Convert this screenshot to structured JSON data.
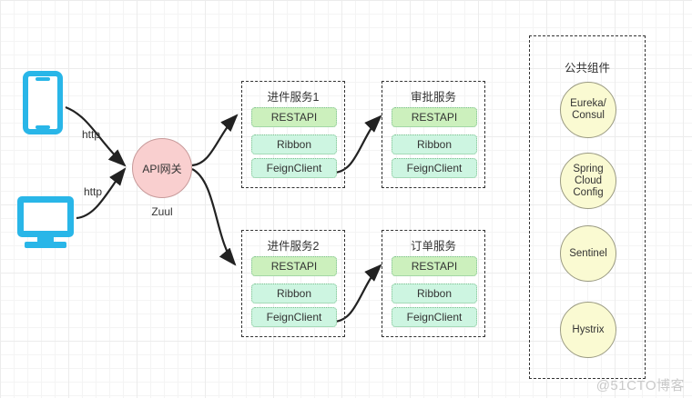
{
  "diagram": {
    "title": "Spring Cloud microservice architecture diagram",
    "watermark": "@51CTO博客",
    "colors": {
      "client_icon": "#29b6e8",
      "gateway_fill": "#f9cfcf",
      "restapi_fill": "#ccf0bd",
      "component_fill": "#cdf5e1",
      "common_circle_fill": "#fafad2",
      "edge": "#222222",
      "grid": "#ececec"
    }
  },
  "clients": [
    {
      "name": "phone-client",
      "icon": "smartphone-icon",
      "protocol_label": "http"
    },
    {
      "name": "desktop-client",
      "icon": "monitor-icon",
      "protocol_label": "http"
    }
  ],
  "gateway": {
    "label": "API网关",
    "implementation": "Zuul"
  },
  "services": [
    {
      "id": "intake-service-1",
      "title": "进件服务1",
      "chips": [
        {
          "id": "restapi",
          "label": "RESTAPI"
        },
        {
          "id": "ribbon",
          "label": "Ribbon"
        },
        {
          "id": "feignclient",
          "label": "FeignClient"
        }
      ]
    },
    {
      "id": "approval-service",
      "title": "审批服务",
      "chips": [
        {
          "id": "restapi",
          "label": "RESTAPI"
        },
        {
          "id": "ribbon",
          "label": "Ribbon"
        },
        {
          "id": "feignclient",
          "label": "FeignClient"
        }
      ]
    },
    {
      "id": "intake-service-2",
      "title": "进件服务2",
      "chips": [
        {
          "id": "restapi",
          "label": "RESTAPI"
        },
        {
          "id": "ribbon",
          "label": "Ribbon"
        },
        {
          "id": "feignclient",
          "label": "FeignClient"
        }
      ]
    },
    {
      "id": "order-service",
      "title": "订单服务",
      "chips": [
        {
          "id": "restapi",
          "label": "RESTAPI"
        },
        {
          "id": "ribbon",
          "label": "Ribbon"
        },
        {
          "id": "feignclient",
          "label": "FeignClient"
        }
      ]
    }
  ],
  "common_components": {
    "title": "公共组件",
    "items": [
      {
        "id": "eureka-consul",
        "lines": [
          "Eureka/",
          "Consul"
        ]
      },
      {
        "id": "spring-cloud-config",
        "lines": [
          "Spring",
          "Cloud",
          "Config"
        ]
      },
      {
        "id": "sentinel",
        "lines": [
          "Sentinel"
        ]
      },
      {
        "id": "hystrix",
        "lines": [
          "Hystrix"
        ]
      }
    ]
  }
}
